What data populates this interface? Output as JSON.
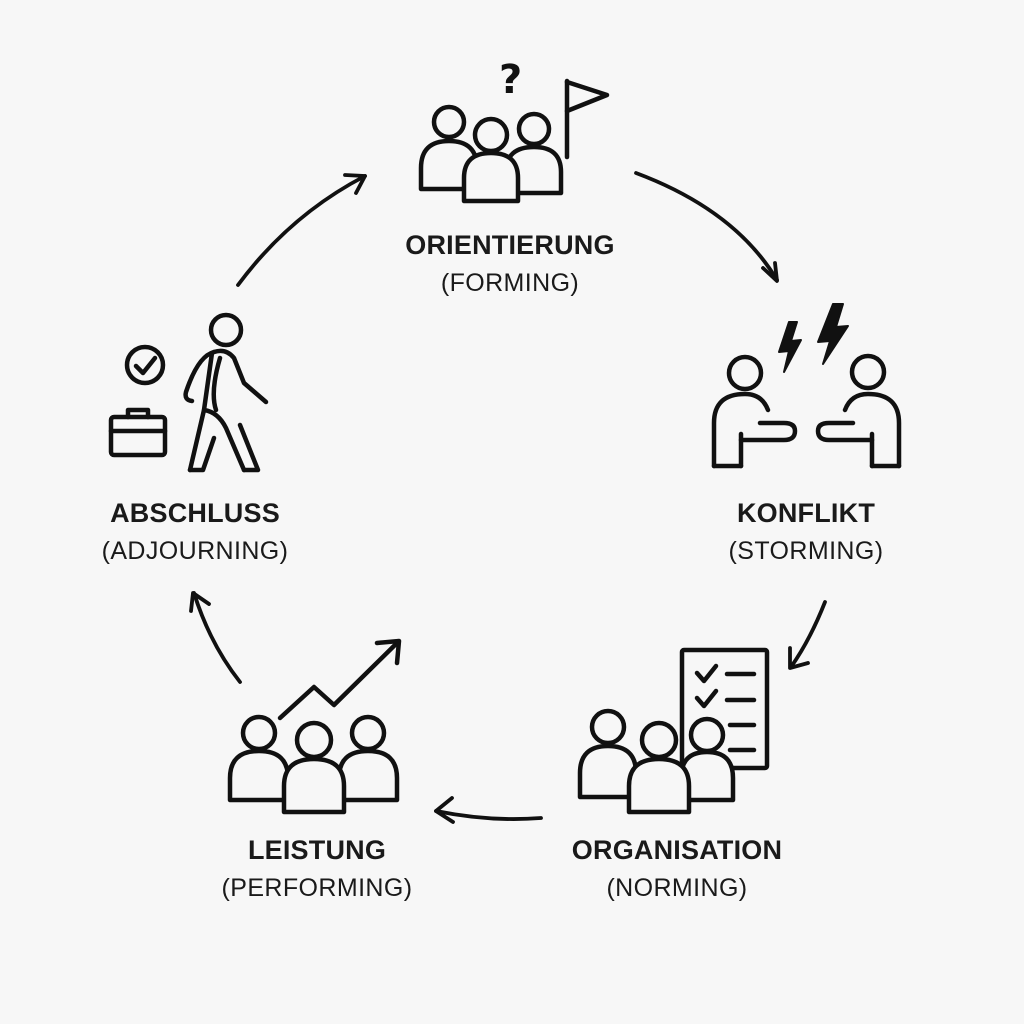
{
  "diagram": {
    "stages": [
      {
        "id": "forming",
        "title": "ORIENTIERUNG",
        "subtitle": "(FORMING)"
      },
      {
        "id": "storming",
        "title": "KONFLIKT",
        "subtitle": "(STORMING)"
      },
      {
        "id": "norming",
        "title": "ORGANISATION",
        "subtitle": "(NORMING)"
      },
      {
        "id": "performing",
        "title": "LEISTUNG",
        "subtitle": "(PERFORMING)"
      },
      {
        "id": "adjourning",
        "title": "ABSCHLUSS",
        "subtitle": "(ADJOURNING)"
      }
    ],
    "icons": {
      "forming": "group-with-flag-question-icon",
      "storming": "two-people-conflict-lightning-icon",
      "norming": "group-with-checklist-icon",
      "performing": "group-with-rising-trend-icon",
      "adjourning": "person-walking-away-briefcase-check-icon"
    },
    "flow": "clockwise",
    "colors": {
      "background": "#f7f7f7",
      "ink": "#111111"
    }
  }
}
